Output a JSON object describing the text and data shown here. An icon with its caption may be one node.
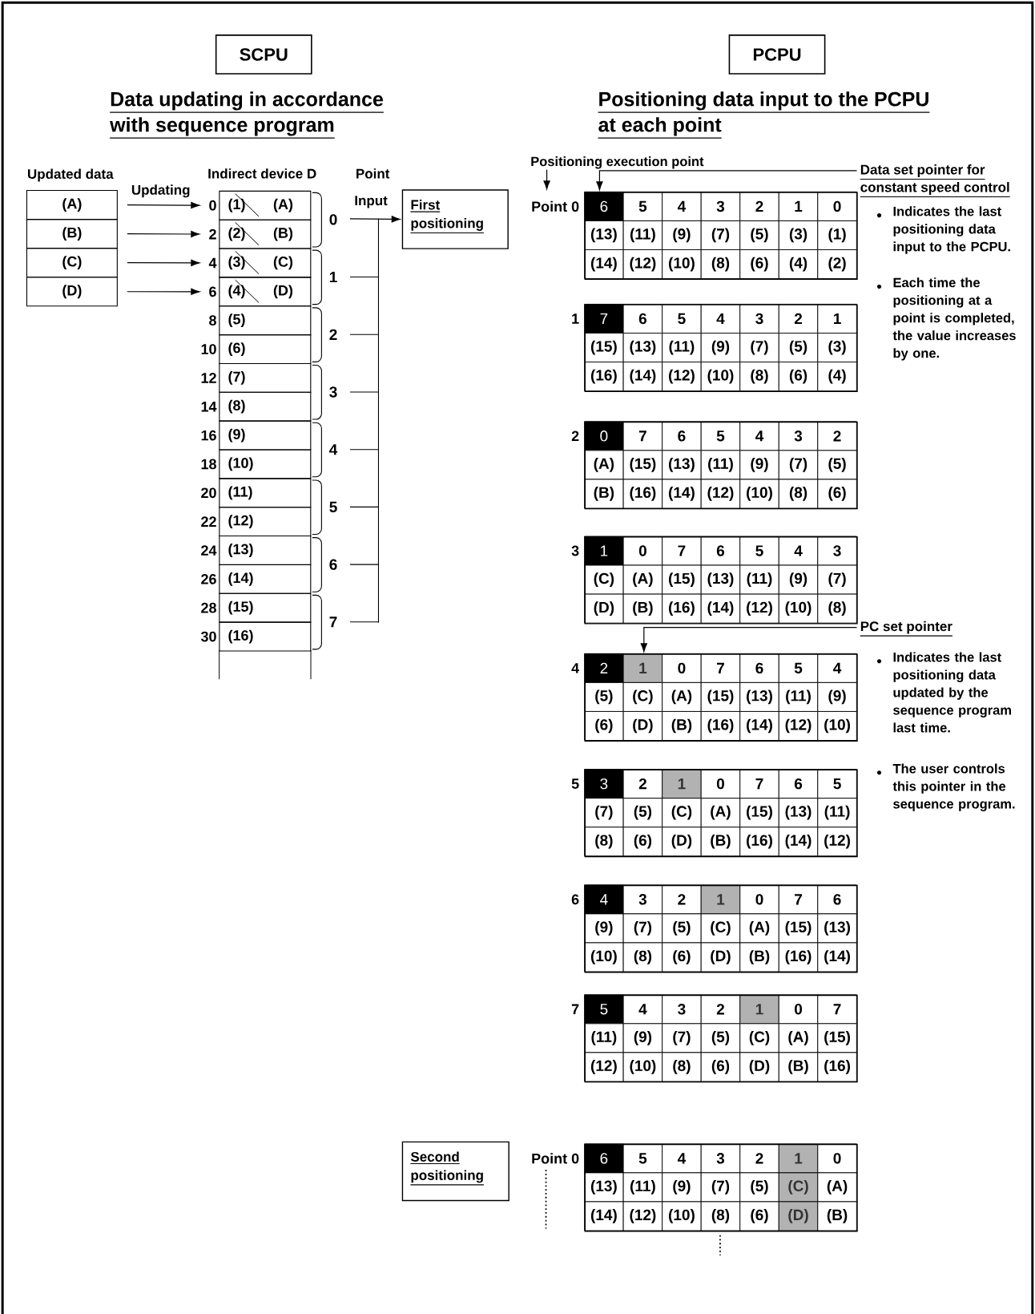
{
  "diagram": {
    "nodes": [
      {
        "text": [
          "SCPU"
        ]
      },
      {
        "text": [
          "PCPU"
        ]
      },
      {
        "text": [
          "(A)"
        ]
      },
      {
        "text": [
          "(B)"
        ]
      },
      {
        "text": [
          "(C)"
        ]
      },
      {
        "text": [
          "(D)"
        ]
      },
      {
        "text": [
          "(1)",
          "(A)"
        ],
        "beside": [
          "0"
        ]
      },
      {
        "text": [
          "(2)",
          "(B)"
        ],
        "beside": [
          "2"
        ]
      },
      {
        "text": [
          "(3)",
          "(C)"
        ],
        "beside": [
          "4"
        ]
      },
      {
        "text": [
          "(4)",
          "(D)"
        ],
        "beside": [
          "6"
        ]
      },
      {
        "text": [
          "(5)"
        ],
        "beside": [
          "8"
        ]
      },
      {
        "text": [
          "(6)"
        ],
        "beside": [
          "10"
        ]
      },
      {
        "text": [
          "(7)"
        ],
        "beside": [
          "12"
        ]
      },
      {
        "text": [
          "(8)"
        ],
        "beside": [
          "14"
        ]
      },
      {
        "text": [
          "(9)"
        ],
        "beside": [
          "16"
        ]
      },
      {
        "text": [
          "(10)"
        ],
        "beside": [
          "18"
        ]
      },
      {
        "text": [
          "(11)"
        ],
        "beside": [
          "20"
        ]
      },
      {
        "text": [
          "(12)"
        ],
        "beside": [
          "22"
        ]
      },
      {
        "text": [
          "(13)"
        ],
        "beside": [
          "24"
        ]
      },
      {
        "text": [
          "(14)"
        ],
        "beside": [
          "26"
        ]
      },
      {
        "text": [
          "(15)"
        ],
        "beside": [
          "28"
        ]
      },
      {
        "text": [
          "(16)"
        ],
        "beside": [
          "30"
        ]
      },
      {
        "text": [],
        "shape": "box"
      },
      {
        "text": [
          "First positioning"
        ]
      },
      {
        "text": [
          "Positioning execution point"
        ]
      },
      {
        "text": [
          "Data set pointer for constant speed control"
        ]
      },
      {
        "text": [
          "6",
          "5",
          "4",
          "3",
          "2",
          "1",
          "0",
          "(13)",
          "(11)",
          "(9)",
          "(7)",
          "(5)",
          "(3)",
          "(1)",
          "(14)",
          "(12)",
          "(10)",
          "(8)",
          "(6)",
          "(4)",
          "(2)"
        ],
        "beside": [
          "Point 0"
        ]
      },
      {
        "text": [
          "7",
          "6",
          "5",
          "4",
          "3",
          "2",
          "1",
          "(15)",
          "(13)",
          "(11)",
          "(9)",
          "(7)",
          "(5)",
          "(3)",
          "(16)",
          "(14)",
          "(12)",
          "(10)",
          "(8)",
          "(6)",
          "(4)"
        ],
        "beside": [
          "1"
        ]
      },
      {
        "text": [
          "0",
          "7",
          "6",
          "5",
          "4",
          "3",
          "2",
          "(A)",
          "(15)",
          "(13)",
          "(11)",
          "(9)",
          "(7)",
          "(5)",
          "(B)",
          "(16)",
          "(14)",
          "(12)",
          "(10)",
          "(8)",
          "(6)"
        ],
        "beside": [
          "2"
        ]
      },
      {
        "text": [
          "1",
          "0",
          "7",
          "6",
          "5",
          "4",
          "3",
          "(C)",
          "(A)",
          "(15)",
          "(13)",
          "(11)",
          "(9)",
          "(7)",
          "(D)",
          "(B)",
          "(16)",
          "(14)",
          "(12)",
          "(10)",
          "(8)"
        ],
        "beside": [
          "3"
        ]
      },
      {
        "text": [
          "PC set pointer"
        ]
      },
      {
        "text": [
          "2",
          "1",
          "0",
          "7",
          "6",
          "5",
          "4",
          "(5)",
          "(C)",
          "(A)",
          "(15)",
          "(13)",
          "(11)",
          "(9)",
          "(6)",
          "(D)",
          "(B)",
          "(16)",
          "(14)",
          "(12)",
          "(10)"
        ],
        "beside": [
          "4"
        ]
      },
      {
        "text": [
          "3",
          "2",
          "1",
          "0",
          "7",
          "6",
          "5",
          "(7)",
          "(5)",
          "(C)",
          "(A)",
          "(15)",
          "(13)",
          "(11)",
          "(8)",
          "(6)",
          "(D)",
          "(B)",
          "(16)",
          "(14)",
          "(12)"
        ],
        "beside": [
          "5"
        ]
      },
      {
        "text": [
          "4",
          "3",
          "2",
          "1",
          "0",
          "7",
          "6",
          "(9)",
          "(7)",
          "(5)",
          "(C)",
          "(A)",
          "(15)",
          "(13)",
          "(10)",
          "(8)",
          "(6)",
          "(D)",
          "(B)",
          "(16)",
          "(14)"
        ],
        "beside": [
          "6"
        ]
      },
      {
        "text": [
          "5",
          "4",
          "3",
          "2",
          "1",
          "0",
          "7",
          "(11)",
          "(9)",
          "(7)",
          "(5)",
          "(C)",
          "(A)",
          "(15)",
          "(12)",
          "(10)",
          "(8)",
          "(6)",
          "(D)",
          "(B)",
          "(16)"
        ],
        "beside": [
          "7"
        ]
      },
      {
        "text": [
          "Second positioning"
        ]
      },
      {
        "text": [
          "6",
          "5",
          "4",
          "3",
          "2",
          "1",
          "0",
          "(13)",
          "(11)",
          "(9)",
          "(7)",
          "(5)",
          "(C)",
          "(A)",
          "(14)",
          "(12)",
          "(10)",
          "(8)",
          "(6)",
          "(D)",
          "(B)"
        ],
        "beside": [
          "Point 0"
        ]
      }
    ],
    "edges": [
      {
        "from": 2,
        "to": 6,
        "arrow": "to",
        "label": "Updating"
      },
      {
        "from": 3,
        "to": 7,
        "arrow": "to"
      },
      {
        "from": 4,
        "to": 8,
        "arrow": "to"
      },
      {
        "from": 5,
        "to": 9,
        "arrow": "to"
      },
      {
        "from": null,
        "to": 23,
        "arrow": "to"
      },
      {
        "from": 24,
        "to": null,
        "arrow": "to"
      },
      {
        "from": 25,
        "to": 26,
        "arrow": "to"
      },
      {
        "from": 30,
        "to": 31,
        "arrow": "to"
      }
    ],
    "labels": [
      "Data updating in accordance with sequence program",
      "Positioning data input to the PCPU at each point",
      "Updated data",
      "Indirect device D",
      "Point",
      "Input",
      "0",
      "1",
      "2",
      "3",
      "4",
      "5",
      "6",
      "7",
      "Indicates the last positioning data input to the PCPU.",
      "Each time the positioning at a point is completed, the value increases by one.",
      "Indicates the last positioning data updated by the sequence program last time.",
      "The user controls this pointer in the sequence program."
    ]
  }
}
